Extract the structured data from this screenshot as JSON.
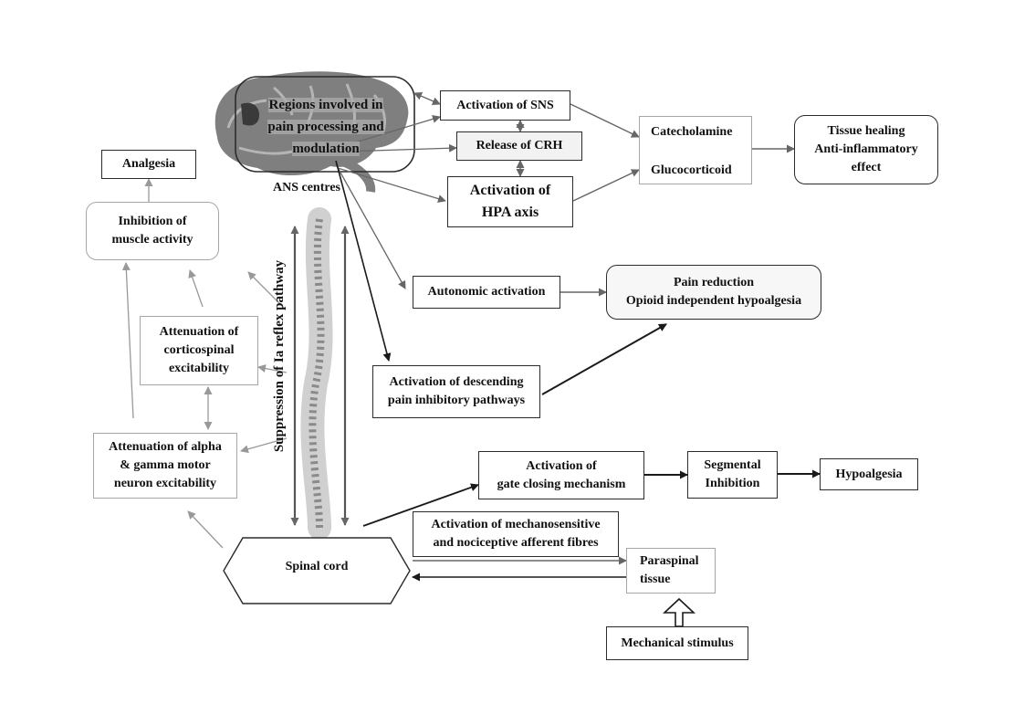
{
  "nodes": {
    "brain_regions": "Regions involved in\npain processing and\nmodulation",
    "ans_centres": "ANS centres",
    "activation_sns": "Activation of SNS",
    "release_crh": "Release of CRH",
    "activation_hpa": "Activation of\nHPA axis",
    "catecholamine": "Catecholamine",
    "glucocorticoid": "Glucocorticoid",
    "tissue_healing": "Tissue healing\nAnti-inflammatory\neffect",
    "analgesia": "Analgesia",
    "inhibition_muscle": "Inhibition of\nmuscle activity",
    "attenuation_corticospinal": "Attenuation of\ncorticospinal\nexcitability",
    "attenuation_motor": "Attenuation of alpha\n& gamma motor\nneuron excitability",
    "suppression": "Suppression of Ia reflex pathway",
    "autonomic_activation": "Autonomic activation",
    "pain_reduction": "Pain reduction\nOpioid independent hypoalgesia",
    "descending_pathways": "Activation of descending\npain inhibitory pathways",
    "gate_closing": "Activation of\ngate closing mechanism",
    "segmental_inhibition": "Segmental\nInhibition",
    "hypoalgesia": "Hypoalgesia",
    "afferent_fibres": "Activation of mechanosensitive\nand nociceptive afferent fibres",
    "spinal_cord": "Spinal cord",
    "paraspinal_tissue": "Paraspinal\ntissue",
    "mechanical_stimulus": "Mechanical stimulus"
  },
  "colors": {
    "dark_stroke": "#2b2b2b",
    "medium_arrow": "#666666",
    "light_arrow": "#999999",
    "brain_fill": "#7f7f7f",
    "label_highlight": "#aaaaaa"
  }
}
